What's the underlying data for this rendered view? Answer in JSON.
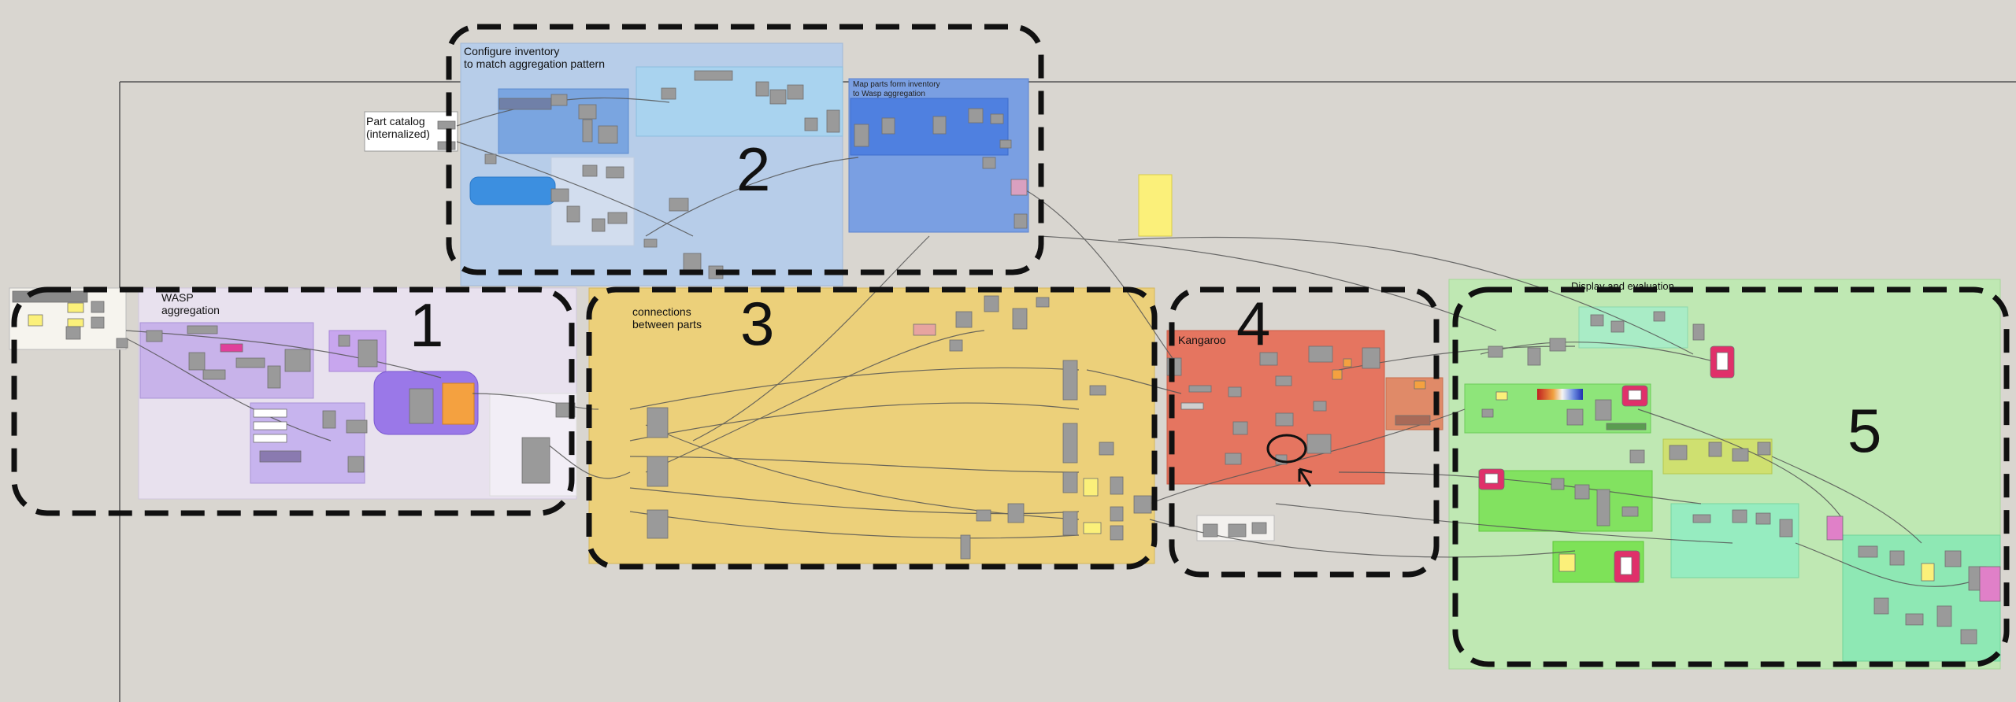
{
  "colors": {
    "canvas": "#d9d6d0",
    "section1_group": "#e8e1ee",
    "section2_group": "#b7cde9",
    "section3_group": "#ecd07a",
    "section4_group": "#e57560",
    "section5_group": "#bfe8b3",
    "component": "#9a9a9a",
    "wire": "#555555",
    "dashed_outline": "#111111"
  },
  "groups": {
    "part_catalog": "Part catalog\n(internalized)",
    "inventory": "Configure inventory\nto match aggregation pattern",
    "map_parts": "Map parts form inventory\nto Wasp aggregation",
    "wasp": "WASP\naggregation",
    "connections": "connections\nbetween parts",
    "kangaroo": "Kangaroo",
    "display": "Display and evaluation"
  },
  "sections": [
    {
      "number": "1"
    },
    {
      "number": "2"
    },
    {
      "number": "3"
    },
    {
      "number": "4"
    },
    {
      "number": "5"
    }
  ]
}
